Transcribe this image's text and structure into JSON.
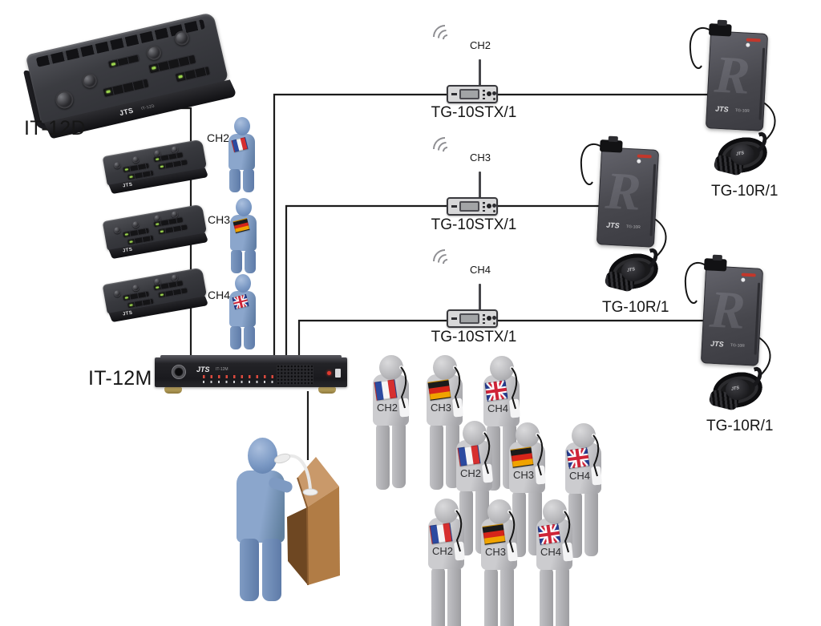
{
  "brand": "JTS",
  "stations": {
    "it12d_label": "IT-12D",
    "it12m_label": "IT-12M"
  },
  "interpreters": [
    {
      "channel": "CH2",
      "flag": "france"
    },
    {
      "channel": "CH3",
      "flag": "germany"
    },
    {
      "channel": "CH4",
      "flag": "uk"
    }
  ],
  "transmitters": [
    {
      "channel": "CH2",
      "model": "TG-10STX/1"
    },
    {
      "channel": "CH3",
      "model": "TG-10STX/1"
    },
    {
      "channel": "CH4",
      "model": "TG-10STX/1"
    }
  ],
  "receivers": [
    {
      "model": "TG-10R/1",
      "watermark": "R",
      "body_model": "TG-10R"
    },
    {
      "model": "TG-10R/1",
      "watermark": "R",
      "body_model": "TG-10R"
    },
    {
      "model": "TG-10R/1",
      "watermark": "R",
      "body_model": "TG-10R"
    }
  ],
  "audience": {
    "rows": [
      [
        {
          "channel": "CH2",
          "flag": "france"
        },
        {
          "channel": "CH3",
          "flag": "germany"
        },
        {
          "channel": "CH4",
          "flag": "uk"
        }
      ],
      [
        {
          "channel": "CH2",
          "flag": "france"
        },
        {
          "channel": "CH3",
          "flag": "germany"
        },
        {
          "channel": "CH4",
          "flag": "uk"
        }
      ],
      [
        {
          "channel": "CH2",
          "flag": "france"
        },
        {
          "channel": "CH3",
          "flag": "germany"
        },
        {
          "channel": "CH4",
          "flag": "uk"
        }
      ]
    ]
  },
  "colors": {
    "line": "#1b1b1b",
    "device_dark": "#232327",
    "transmitter_body": "#d7d7d8",
    "receiver_body": "#4a4a50",
    "figure_blue": "#7b99c4",
    "figure_gray": "#c6c6c9",
    "podium_tan": "#c9996a",
    "flag_france": [
      "#2b4aa0",
      "#f5f5f5",
      "#d62f2f"
    ],
    "flag_germany": [
      "#1b1b1b",
      "#d6251a",
      "#f0a300"
    ],
    "flag_uk": [
      "#243b8f",
      "#ffffff",
      "#cf2438"
    ]
  }
}
